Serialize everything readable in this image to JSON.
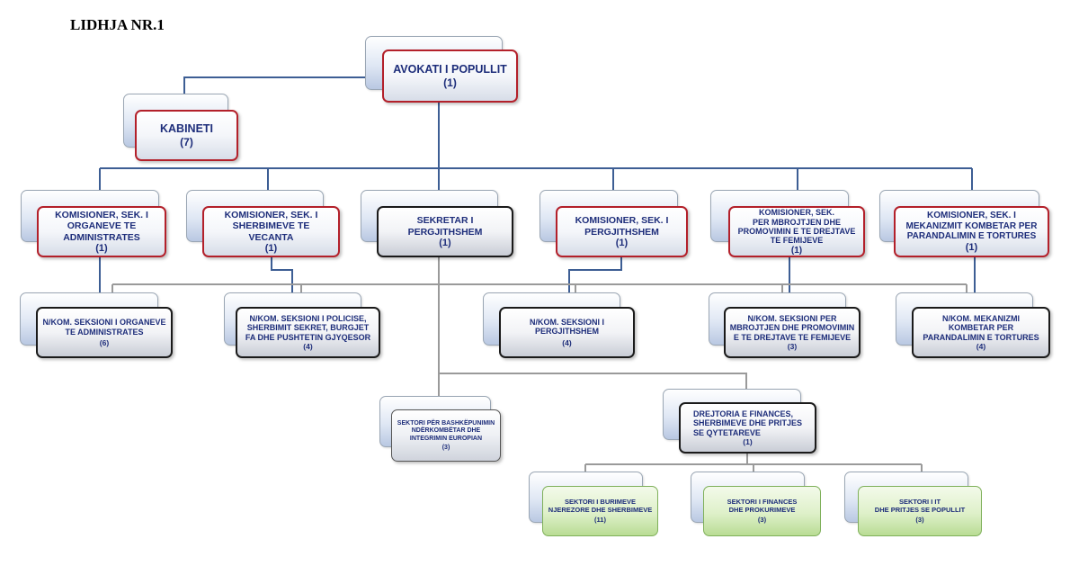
{
  "title": "LIDHJA NR.1",
  "boxes": {
    "avokati": {
      "name": "AVOKATI I POPULLIT",
      "count": "(1)"
    },
    "kabineti": {
      "name": "KABINETI",
      "count": "(7)"
    },
    "kom1": {
      "name": "KOMISIONER, SEK. I\nORGANEVE TE\nADMINISTRATES",
      "count": "(1)"
    },
    "kom2": {
      "name": "KOMISIONER, SEK. I\nSHERBIMEVE TE\nVECANTA",
      "count": "(1)"
    },
    "sekretar": {
      "name": "SEKRETAR I\nPERGJITHSHEM",
      "count": "(1)"
    },
    "kom3": {
      "name": "KOMISIONER, SEK. I\nPERGJITHSHEM",
      "count": "(1)"
    },
    "kom4": {
      "name": "KOMISIONER, SEK.\nPER MBROJTJEN DHE\nPROMOVIMIN E TE DREJTAVE\nTE FEMIJEVE",
      "count": "(1)"
    },
    "kom5": {
      "name": "KOMISIONER,  SEK. I\nMEKANIZMIT KOMBETAR PER\nPARANDALIMIN E TORTURES",
      "count": "(1)"
    },
    "nk1": {
      "name": "N/KOM. SEKSIONI I ORGANEVE\nTE ADMINISTRATES",
      "count": "(6)"
    },
    "nk2": {
      "name": "N/KOM. SEKSIONI I POLICISE,\nSHERBIMIT SEKRET, BURGJET\nFA DHE PUSHTETIN GJYQESOR",
      "count": "(4)"
    },
    "nk3": {
      "name": "N/KOM. SEKSIONI I\nPERGJITHSHEM",
      "count": "(4)"
    },
    "nk4": {
      "name": "N/KOM. SEKSIONI PER\nMBROJTJEN DHE PROMOVIMIN\nE TE DREJTAVE TE FEMIJEVE",
      "count": "(3)"
    },
    "nk5": {
      "name": "N/KOM. MEKANIZMI\nKOMBETAR PER\nPARANDALIMIN E TORTURES",
      "count": "(4)"
    },
    "sektori_bash": {
      "name": "SEKTORI PËR BASHKËPUNIMIN\nNDËRKOMBËTAR DHE\nINTEGRIMIN EUROPIAN",
      "count": "(3)"
    },
    "drejtoria": {
      "name": "DREJTORIA E FINANCES,\nSHERBIMEVE DHE  PRITJES\nSE QYTETAREVE",
      "count": "(1)"
    },
    "sek_bur": {
      "name": "SEKTORI I BURIMEVE\nNJEREZORE DHE SHERBIMEVE",
      "count": "(11)"
    },
    "sek_fin": {
      "name": "SEKTORI I FINANCES\nDHE PROKURIMEVE",
      "count": "(3)"
    },
    "sek_it": {
      "name": "SEKTORI I IT\nDHE PRITJES SE POPULLIT",
      "count": "(3)"
    }
  }
}
